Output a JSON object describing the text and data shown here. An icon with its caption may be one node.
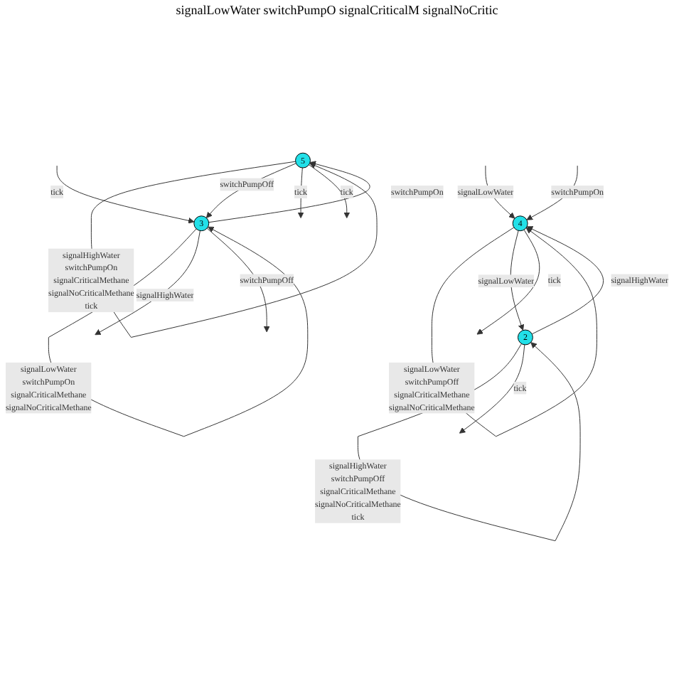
{
  "diagram": {
    "nodes": [
      {
        "text": [
          "5"
        ]
      },
      {
        "text": [
          "4"
        ]
      },
      {
        "text": [
          "3"
        ]
      },
      {
        "text": [
          "2"
        ]
      }
    ],
    "edges": [
      {
        "from": 0,
        "to": 0,
        "arrow": "to",
        "label": "signalHighWater switchPumpOn signalCriticalMethane signalNoCriticalMethane tick"
      },
      {
        "from": 1,
        "to": 1,
        "arrow": "to",
        "label": "signalLowWater switchPumpOff signalCriticalMethane signalNoCriticalMethane"
      },
      {
        "from": 2,
        "to": 2,
        "arrow": "to",
        "label": "signalLowWater switchPumpOn signalCriticalMethane signalNoCriticalMethane"
      },
      {
        "from": 3,
        "to": 3,
        "arrow": "to",
        "label": "signalHighWater switchPumpOff signalCriticalMethane signalNoCriticalMethane tick"
      },
      {
        "from": 2,
        "to": null,
        "arrow": "to",
        "label": "signalHighWater"
      },
      {
        "from": 2,
        "to": 0,
        "arrow": "to",
        "label": "switchPumpOn"
      },
      {
        "from": 0,
        "to": 2,
        "arrow": "to",
        "label": "switchPumpOff"
      },
      {
        "from": null,
        "to": 1,
        "arrow": "to",
        "label": "signalLowWater"
      },
      {
        "from": 3,
        "to": null,
        "arrow": "to",
        "label": "tick"
      },
      {
        "from": 3,
        "to": 1,
        "arrow": "to",
        "label": "signalHighWater"
      },
      {
        "from": 1,
        "to": 3,
        "arrow": "to",
        "label": "signalLowWater"
      },
      {
        "from": null,
        "to": 1,
        "arrow": "to",
        "label": "switchPumpOn"
      },
      {
        "from": 2,
        "to": null,
        "arrow": "to",
        "label": "switchPumpOff"
      },
      {
        "from": 0,
        "to": null,
        "arrow": "to",
        "label": "tick"
      },
      {
        "from": 1,
        "to": null,
        "arrow": "to",
        "label": "tick"
      },
      {
        "from": null,
        "to": 2,
        "arrow": "to",
        "label": "tick"
      },
      {
        "from": 0,
        "to": null,
        "arrow": "to",
        "label": "tick"
      }
    ],
    "labels": [
      "signalLowWater switchPumpO signalCriticalM signalNoCritic"
    ]
  }
}
